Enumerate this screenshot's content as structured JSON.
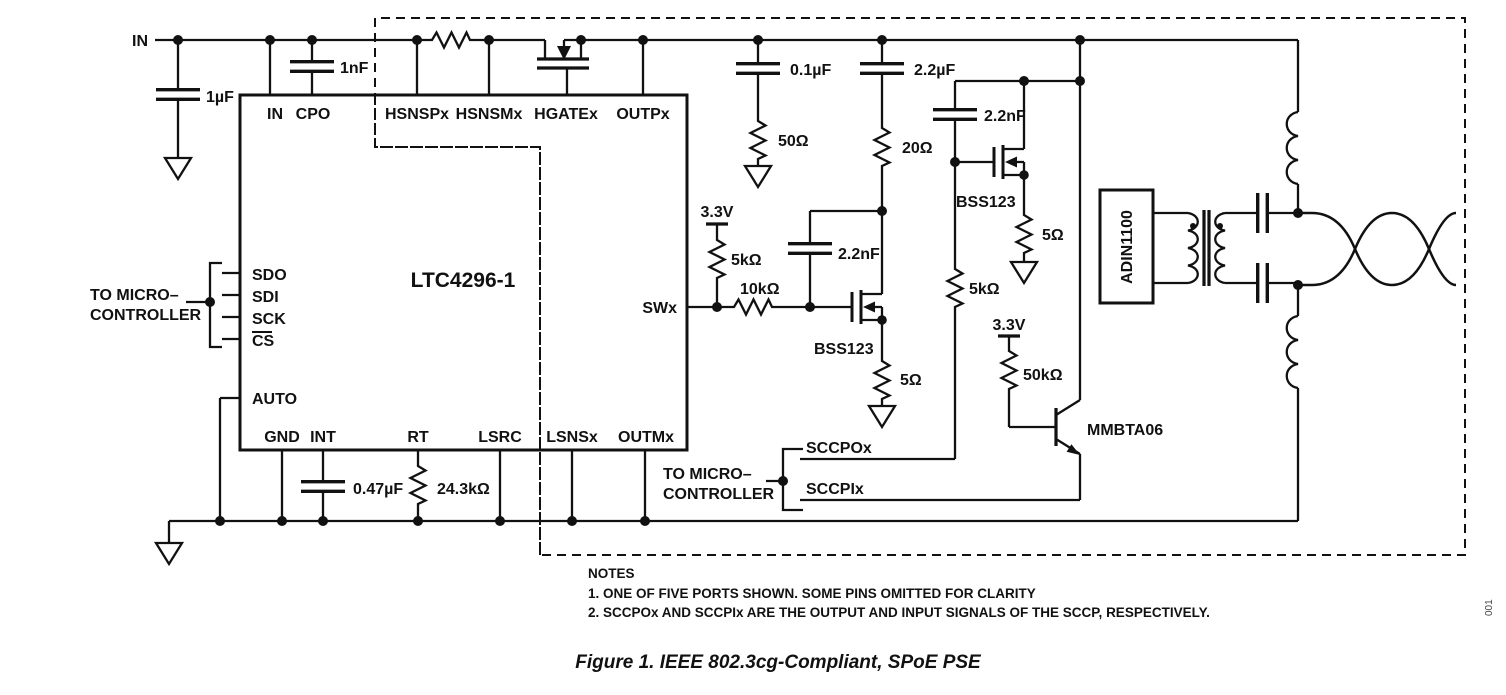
{
  "figure": {
    "caption": "Figure 1. IEEE 802.3cg-Compliant, SPoE PSE",
    "figure_number": "001"
  },
  "notes": {
    "heading": "NOTES",
    "line1": "1. ONE OF FIVE PORTS SHOWN. SOME PINS OMITTED FOR CLARITY",
    "line2": "2. SCCPOx AND SCCPIx ARE THE OUTPUT AND INPUT SIGNALS OF THE SCCP, RESPECTIVELY."
  },
  "chip": {
    "name": "LTC4296-1",
    "pins": {
      "in": "IN",
      "cpo": "CPO",
      "hsnspx": "HSNSPx",
      "hsnsmx": "HSNSMx",
      "hgatex": "HGATEx",
      "outpx": "OUTPx",
      "swx": "SWx",
      "sdo": "SDO",
      "sdi": "SDI",
      "sck": "SCK",
      "cs": "CS",
      "auto": "AUTO",
      "gnd": "GND",
      "int": "INT",
      "rt": "RT",
      "lsrc": "LSRC",
      "lsnsx": "LSNSx",
      "outmx": "OUTMx"
    }
  },
  "phy": {
    "name": "ADIN1100"
  },
  "nets": {
    "input": "IN",
    "sccpox": "SCCPOx",
    "sccpix": "SCCPIx",
    "rail_3v3": "3.3V",
    "to_micro_line1": "TO MICRO–",
    "to_micro_line2": "CONTROLLER"
  },
  "components": {
    "c_in": "1µF",
    "c_cpo": "1nF",
    "c_snub": "0.1µF",
    "r_snub": "50Ω",
    "c_out": "2.2µF",
    "r_out": "20Ω",
    "c_gate": "2.2nF",
    "r_pullup": "5kΩ",
    "r_gate": "10kΩ",
    "r_source": "5Ω",
    "r_base": "50kΩ",
    "r_rt": "24.3kΩ",
    "c_int": "0.47µF",
    "q_nmos": "BSS123",
    "q_npn": "MMBTA06"
  }
}
